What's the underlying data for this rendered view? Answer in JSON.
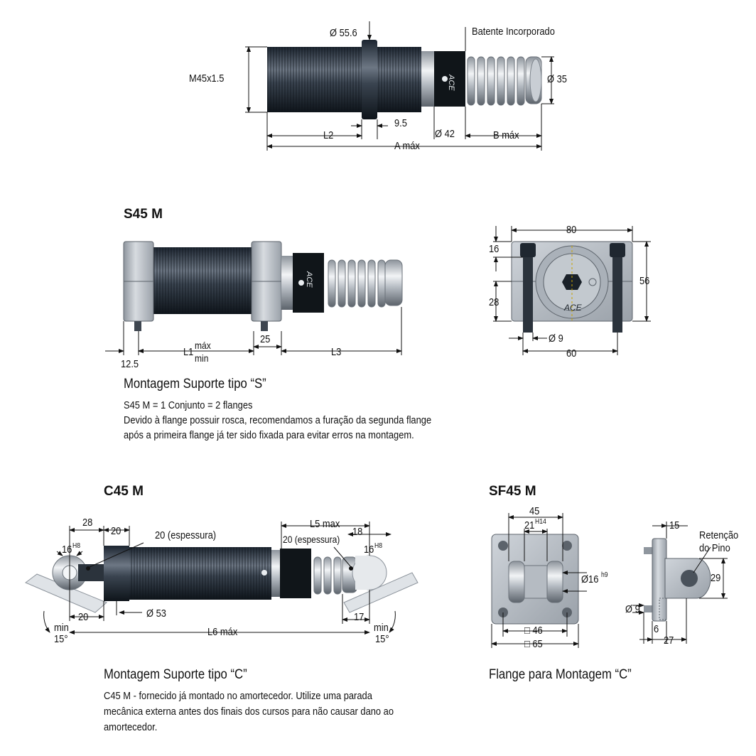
{
  "top": {
    "dia_nut": "Ø 55.6",
    "thread": "M45x1.5",
    "stop_label": "Batente Incorporado",
    "dia_rod": "Ø 35",
    "l2": "L2",
    "dim_95": "9.5",
    "dia_42": "Ø 42",
    "b_max": "B máx",
    "a_max": "A máx",
    "ace": "ACE"
  },
  "s45": {
    "title": "S45 M",
    "dim_125": "12.5",
    "l1": "L1",
    "l1_max": "máx",
    "l1_min": "min",
    "dim_25": "25",
    "l3": "L3",
    "caption": "Montagem Suporte tipo “S”",
    "line1": "S45 M = 1 Conjunto = 2 flanges",
    "line2": "Devido à flange possuir rosca, recomendamos a furação da segunda flange",
    "line3": "após a primeira flange já ter sido fixada para evitar erros na montagem.",
    "dim_80": "80",
    "dim_16": "16",
    "dim_28": "28",
    "dim_56": "56",
    "dia_9": "Ø 9",
    "dim_60": "60",
    "ace": "ACE"
  },
  "c45": {
    "title": "C45 M",
    "dim_28": "28",
    "dim_20": "20",
    "thickness_left": "20 (espessura)",
    "l5": "L5 max",
    "thickness_right": "20 (espessura)",
    "dim_18": "18",
    "dia_16_left": "16",
    "dia_16_right": "16",
    "tol_h8": "H8",
    "dim_20b": "20",
    "dia_53": "Ø 53",
    "dim_17": "17",
    "min_left": "min",
    "deg_left": "15°",
    "l6": "L6 máx",
    "min_right": "min",
    "deg_right": "15°",
    "caption": "Montagem Suporte tipo “C”",
    "line1": "C45 M  - fornecido já montado no amortecedor. Utilize uma parada",
    "line2": "mecânica externa antes dos finais dos cursos para não causar dano ao",
    "line3": "amortecedor."
  },
  "sf45": {
    "title": "SF45 M",
    "dim_45": "45",
    "dim_21": "21",
    "tol_h14": "H14",
    "dia_16": "Ø16",
    "tol_h9": "h9",
    "sq_46": "□ 46",
    "sq_65": "□ 65",
    "dim_15": "15",
    "retention": "Retenção",
    "retention2": "do Pino",
    "dim_29": "29",
    "dia_9": "Ø 9",
    "dim_6": "6",
    "dim_27": "27",
    "caption": "Flange para Montagem “C”"
  }
}
